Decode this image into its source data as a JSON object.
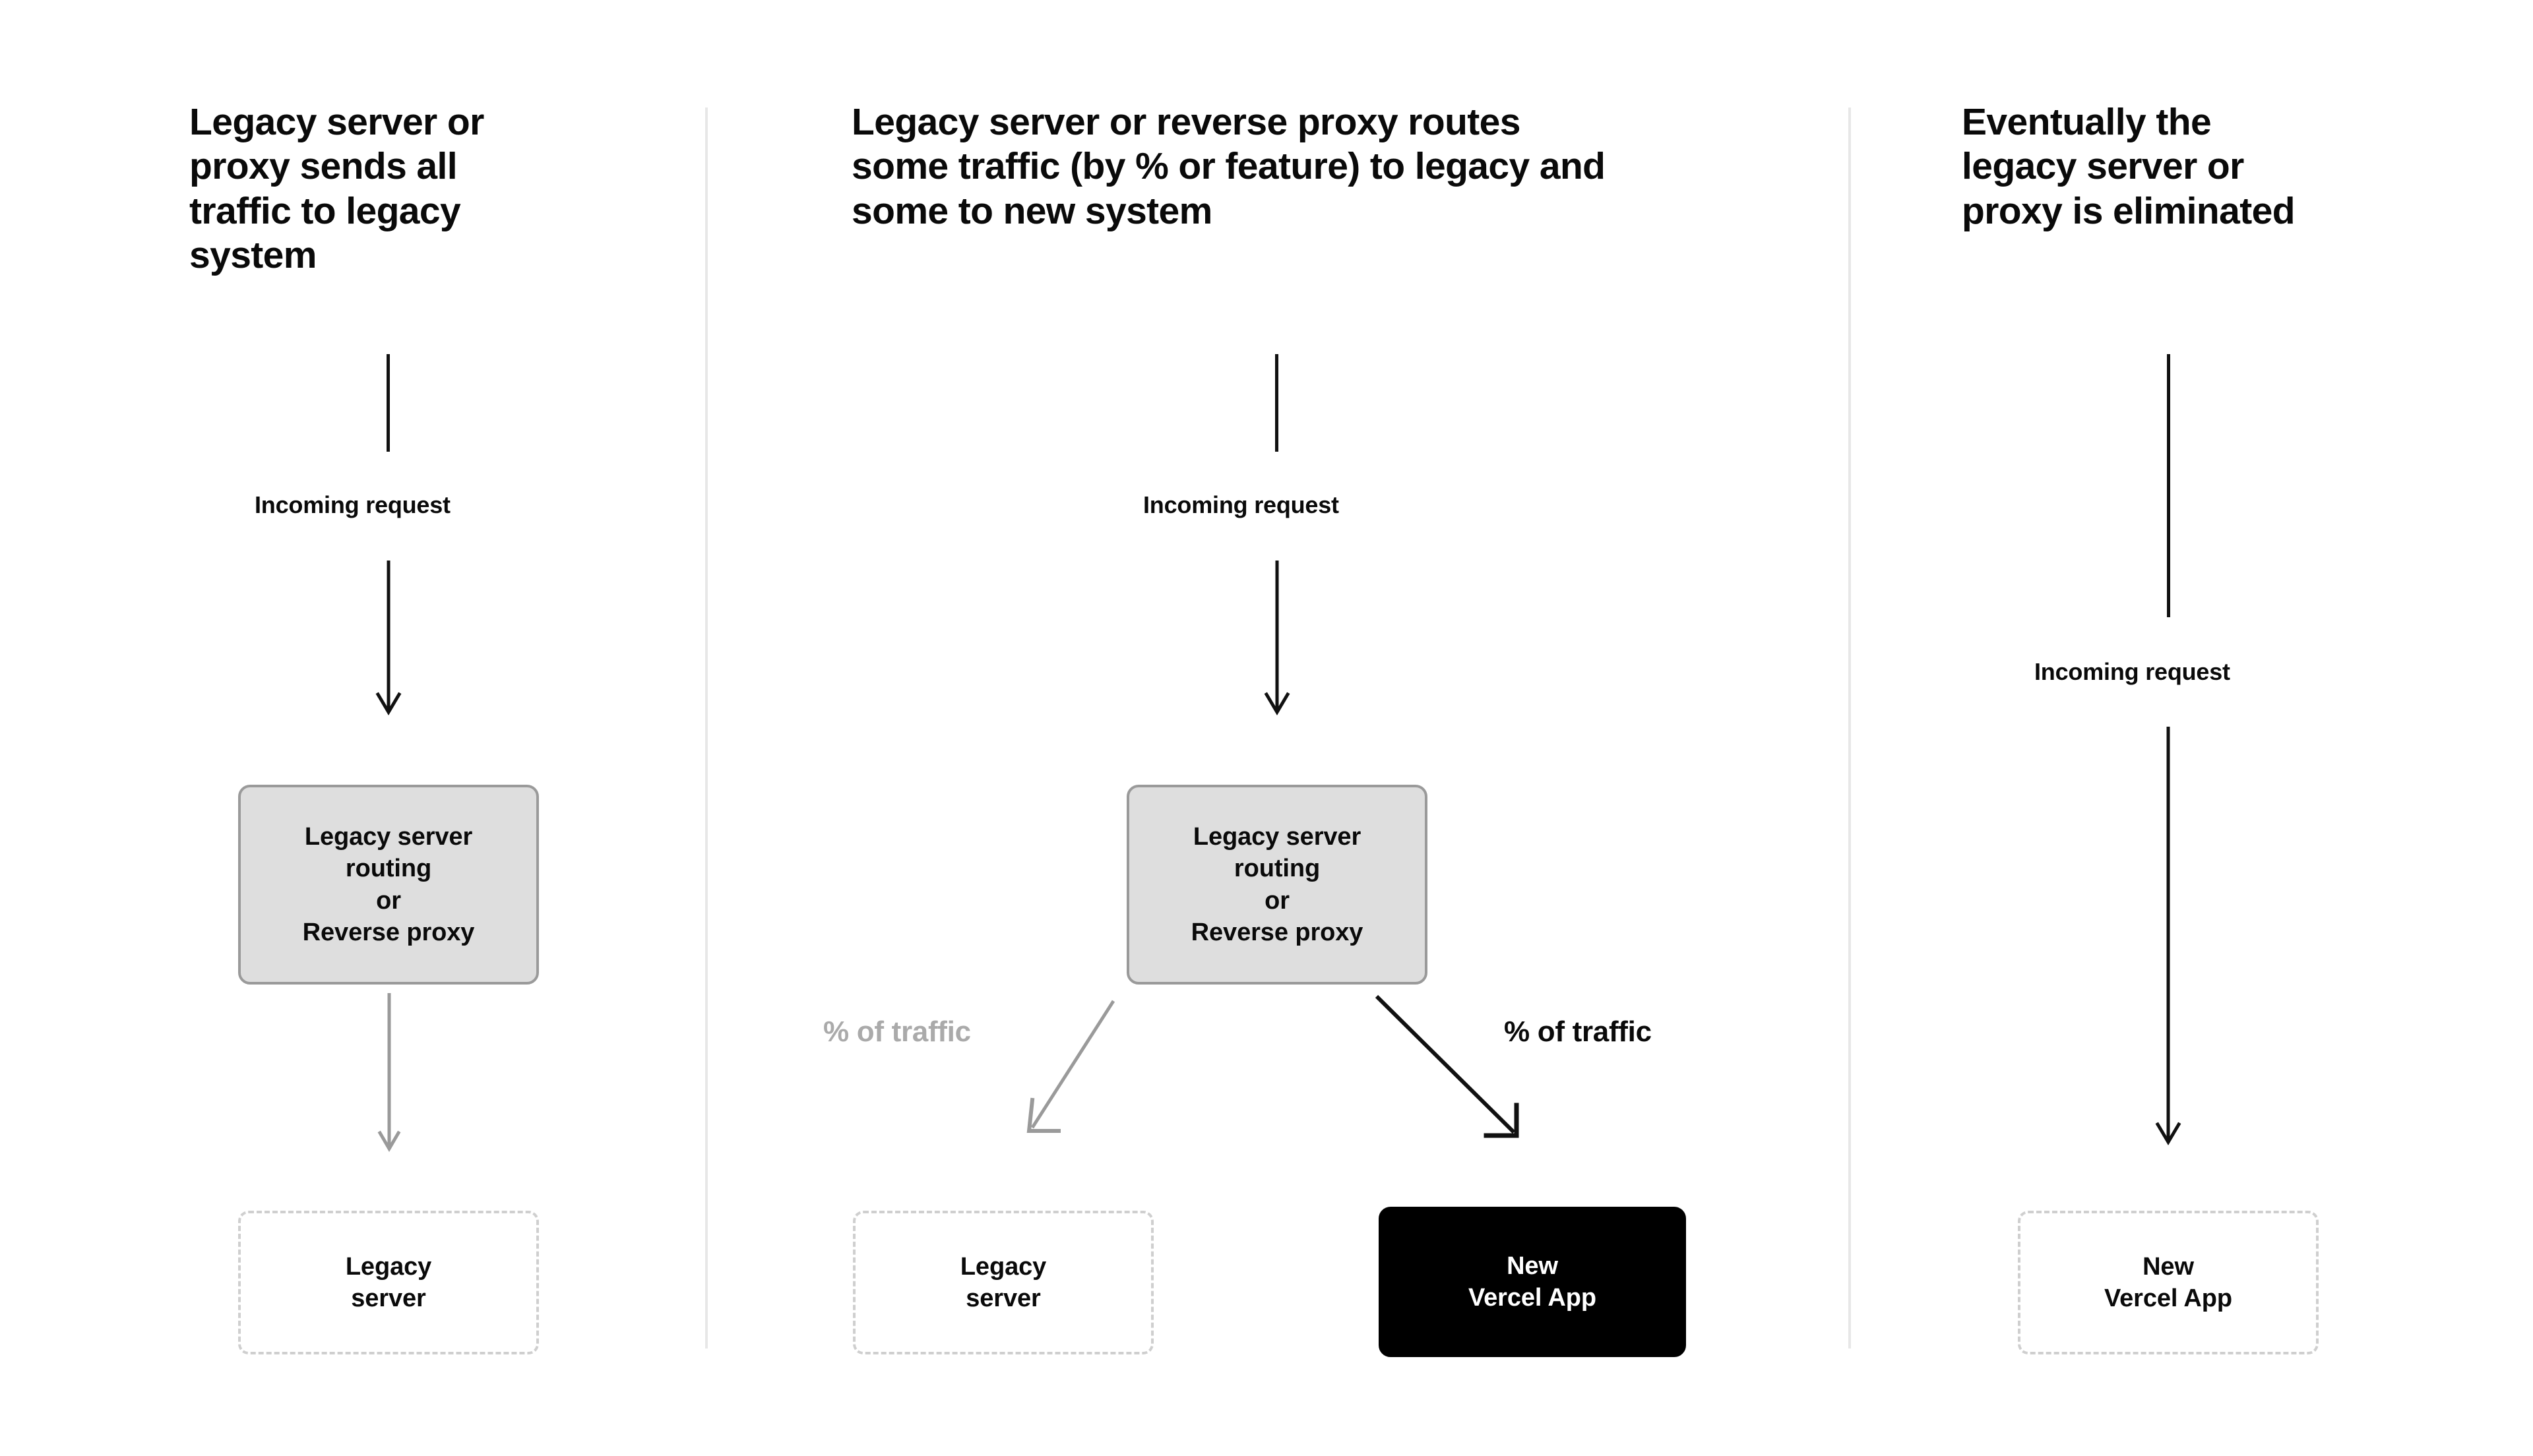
{
  "diagram": {
    "title_semantic": "incremental-migration-phases",
    "colors": {
      "background": "#ffffff",
      "text": "#0a0a0a",
      "muted_text": "#aaaaaa",
      "divider": "#e7e7e7",
      "box_fill_gray": "#dedede",
      "box_border_gray": "#9a9a9a",
      "dashed_border": "#cfcfcf",
      "arrow_black": "#111111",
      "arrow_gray": "#9a9a9a",
      "accent_black": "#000000",
      "accent_text_on_black": "#ffffff"
    }
  },
  "columns": [
    {
      "id": "phase-1",
      "heading": "Legacy server or\nproxy sends all\ntraffic to legacy\nsystem",
      "flow_label": "Incoming request",
      "router_box": "Legacy server\nrouting\nor\nReverse proxy",
      "target_box": "Legacy\nserver"
    },
    {
      "id": "phase-2",
      "heading": "Legacy server or reverse proxy routes\nsome traffic (by % or feature) to legacy and\nsome to new system",
      "flow_label": "Incoming request",
      "router_box": "Legacy server\nrouting\nor\nReverse proxy",
      "split_label_left": "% of traffic",
      "split_label_right": "% of traffic",
      "target_box_left": "Legacy\nserver",
      "target_box_right": "New\nVercel App"
    },
    {
      "id": "phase-3",
      "heading": "Eventually the\nlegacy server or\nproxy is eliminated",
      "flow_label": "Incoming request",
      "target_box": "New\nVercel App"
    }
  ]
}
